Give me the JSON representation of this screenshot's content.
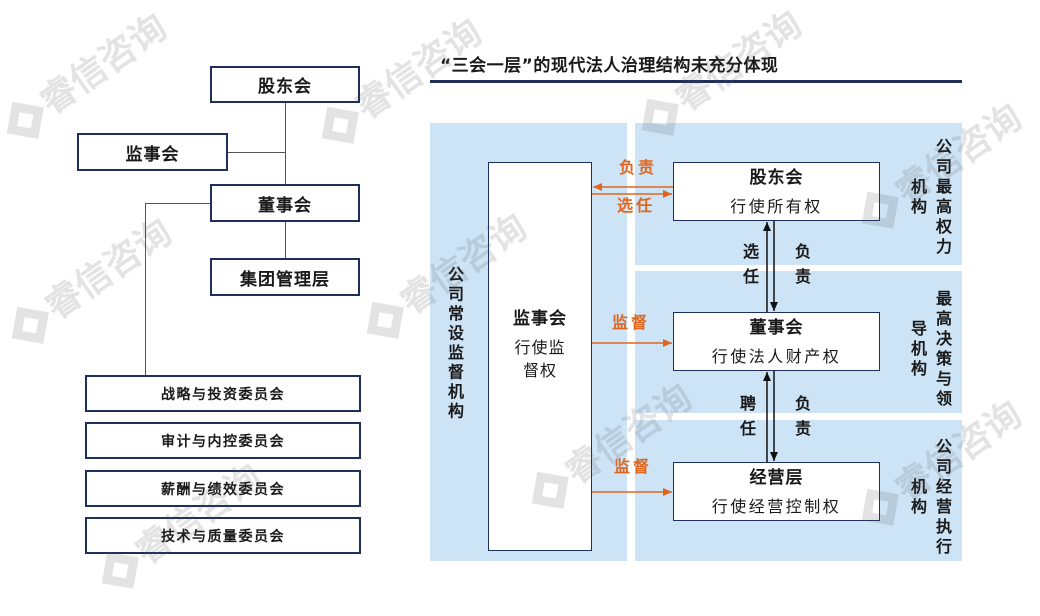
{
  "watermark": {
    "text": "睿信咨询"
  },
  "colors": {
    "panel": "#cde4f6",
    "navy": "#1f2f5c",
    "orange": "#e0661f",
    "line": "#555555"
  },
  "org_chart": {
    "shareholders": "股东会",
    "supervisory_board": "监事会",
    "board": "董事会",
    "management": "集团管理层",
    "committees": [
      "战略与投资委员会",
      "审计与内控委员会",
      "薪酬与绩效委员会",
      "技术与质量委员会"
    ]
  },
  "governance": {
    "title": "“三会一层”的现代法人治理结构未充分体现",
    "supervisory": {
      "category": "公司常设监督机构",
      "name": "监事会",
      "role": "行使监督权"
    },
    "shareholders": {
      "category": "公司最高权力机构",
      "name": "股东会",
      "role": "行使所有权"
    },
    "board": {
      "category": "最高决策与领导机构",
      "name": "董事会",
      "role": "行使法人财产权"
    },
    "management": {
      "category": "公司经营执行机构",
      "name": "经营层",
      "role": "行使经营控制权"
    },
    "relations": {
      "supervisory_shareholders_top": "负责",
      "supervisory_shareholders_bottom": "选任",
      "supervise_board": "监督",
      "supervise_management": "监督",
      "shareholders_board_left": "选任",
      "shareholders_board_right": "负责",
      "board_management_left": "聘任",
      "board_management_right": "负责"
    }
  }
}
